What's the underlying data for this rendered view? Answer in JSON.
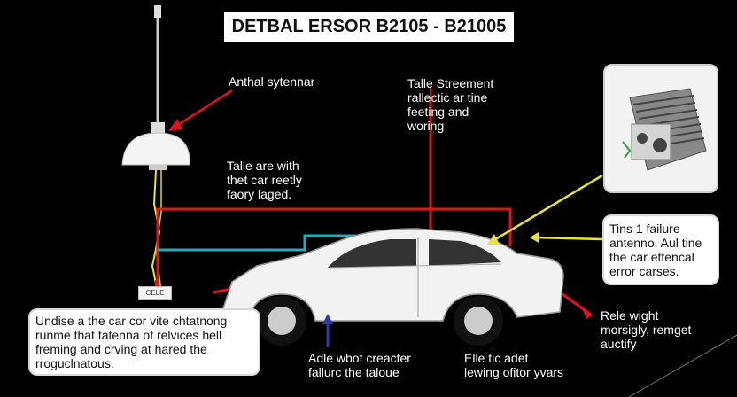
{
  "title": "DETBAL ERSOR B2105 - B21005",
  "labels": {
    "antenna_label": "Anthal sytennar",
    "top_center": "Talle Streement\nrallectic ar tine\nfeeting and\nworing",
    "left_middle": "Talle are with\nthet car reetly\nfaory laged.",
    "bottom_left_box": "Undise a the car cor vite chtatnong\nrunme that tatenna of relvices hell\nfreming and crving at hared the\nrroguclnatous.",
    "bottom_center": "Adle wbof creacter\nfallurc the taloue",
    "bottom_right": "Elle tic adet\nlewing ofitor yvars",
    "right_box": "Tins 1 failure\nantenno. Aul tine\nthe car ettencal\nerror carses.",
    "far_right": "Rele wight\nmorsigly, remget\nauctify",
    "tag_text": "CELE"
  },
  "colors": {
    "background": "#000000",
    "red_wire": "#e0121c",
    "teal_wire": "#2fa8b6",
    "yellow_wire": "#e8e23a",
    "car_body": "#f2f2f2"
  },
  "icons": [
    "antenna-icon",
    "car-icon",
    "sensor-module-icon"
  ]
}
